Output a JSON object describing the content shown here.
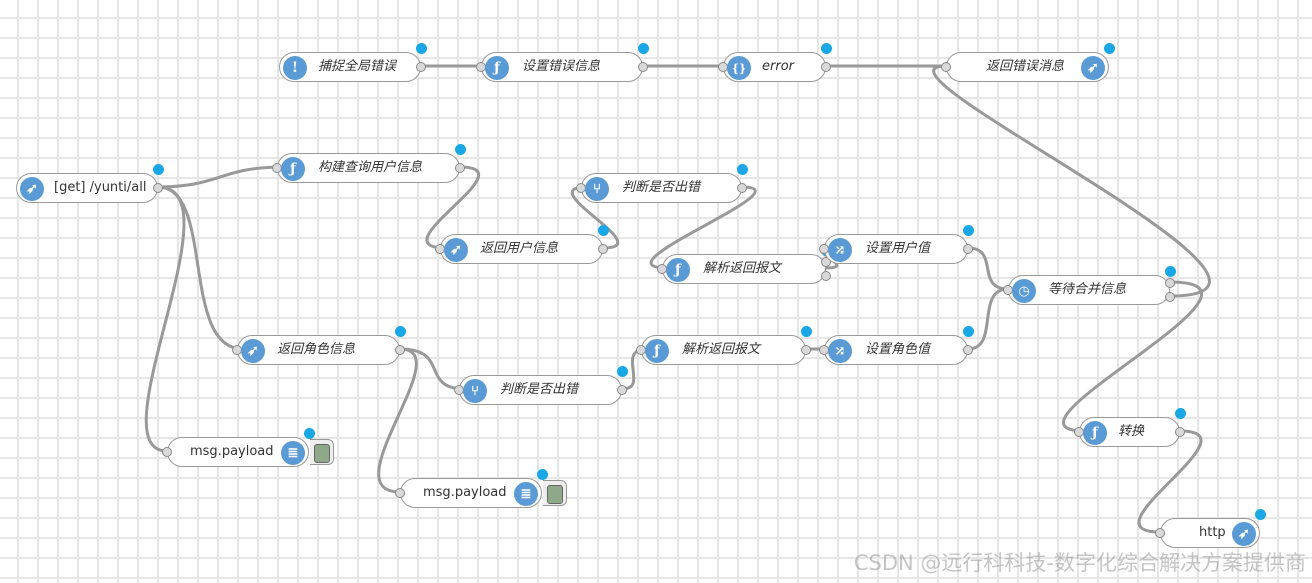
{
  "nodes": {
    "catch_all": {
      "label": "捕捉全局错误",
      "icon": "exclamation-icon"
    },
    "set_error": {
      "label": "设置错误信息",
      "icon": "function-icon"
    },
    "error_template": {
      "label": "error",
      "icon": "template-icon"
    },
    "return_error": {
      "label": "返回错误消息",
      "icon": "http-response-icon"
    },
    "http_in": {
      "label": "[get] /yunti/all",
      "icon": "http-in-icon"
    },
    "build_query": {
      "label": "构建查询用户信息",
      "icon": "function-icon"
    },
    "return_user": {
      "label": "返回用户信息",
      "icon": "http-request-icon"
    },
    "check_error_1": {
      "label": "判断是否出错",
      "icon": "switch-icon"
    },
    "parse_1": {
      "label": "解析返回报文",
      "icon": "function-icon"
    },
    "set_user": {
      "label": "设置用户值",
      "icon": "change-icon"
    },
    "wait_merge": {
      "label": "等待合并信息",
      "icon": "clock-icon"
    },
    "return_role": {
      "label": "返回角色信息",
      "icon": "http-request-icon"
    },
    "check_error_2": {
      "label": "判断是否出错",
      "icon": "switch-icon"
    },
    "parse_2": {
      "label": "解析返回报文",
      "icon": "function-icon"
    },
    "set_role": {
      "label": "设置角色值",
      "icon": "change-icon"
    },
    "debug_1": {
      "label": "msg.payload",
      "icon": "debug-list-icon"
    },
    "debug_2": {
      "label": "msg.payload",
      "icon": "debug-list-icon"
    },
    "convert": {
      "label": "转换",
      "icon": "function-icon"
    },
    "http_out": {
      "label": "http",
      "icon": "http-response-icon"
    }
  },
  "colors": {
    "icon_bg": "#5b9bd5",
    "status_dot": "#1aa7e6",
    "wire": "#999999",
    "debug_toggle": "#8fa88a"
  },
  "watermark": "CSDN @远行科科技-数字化综合解决方案提供商"
}
